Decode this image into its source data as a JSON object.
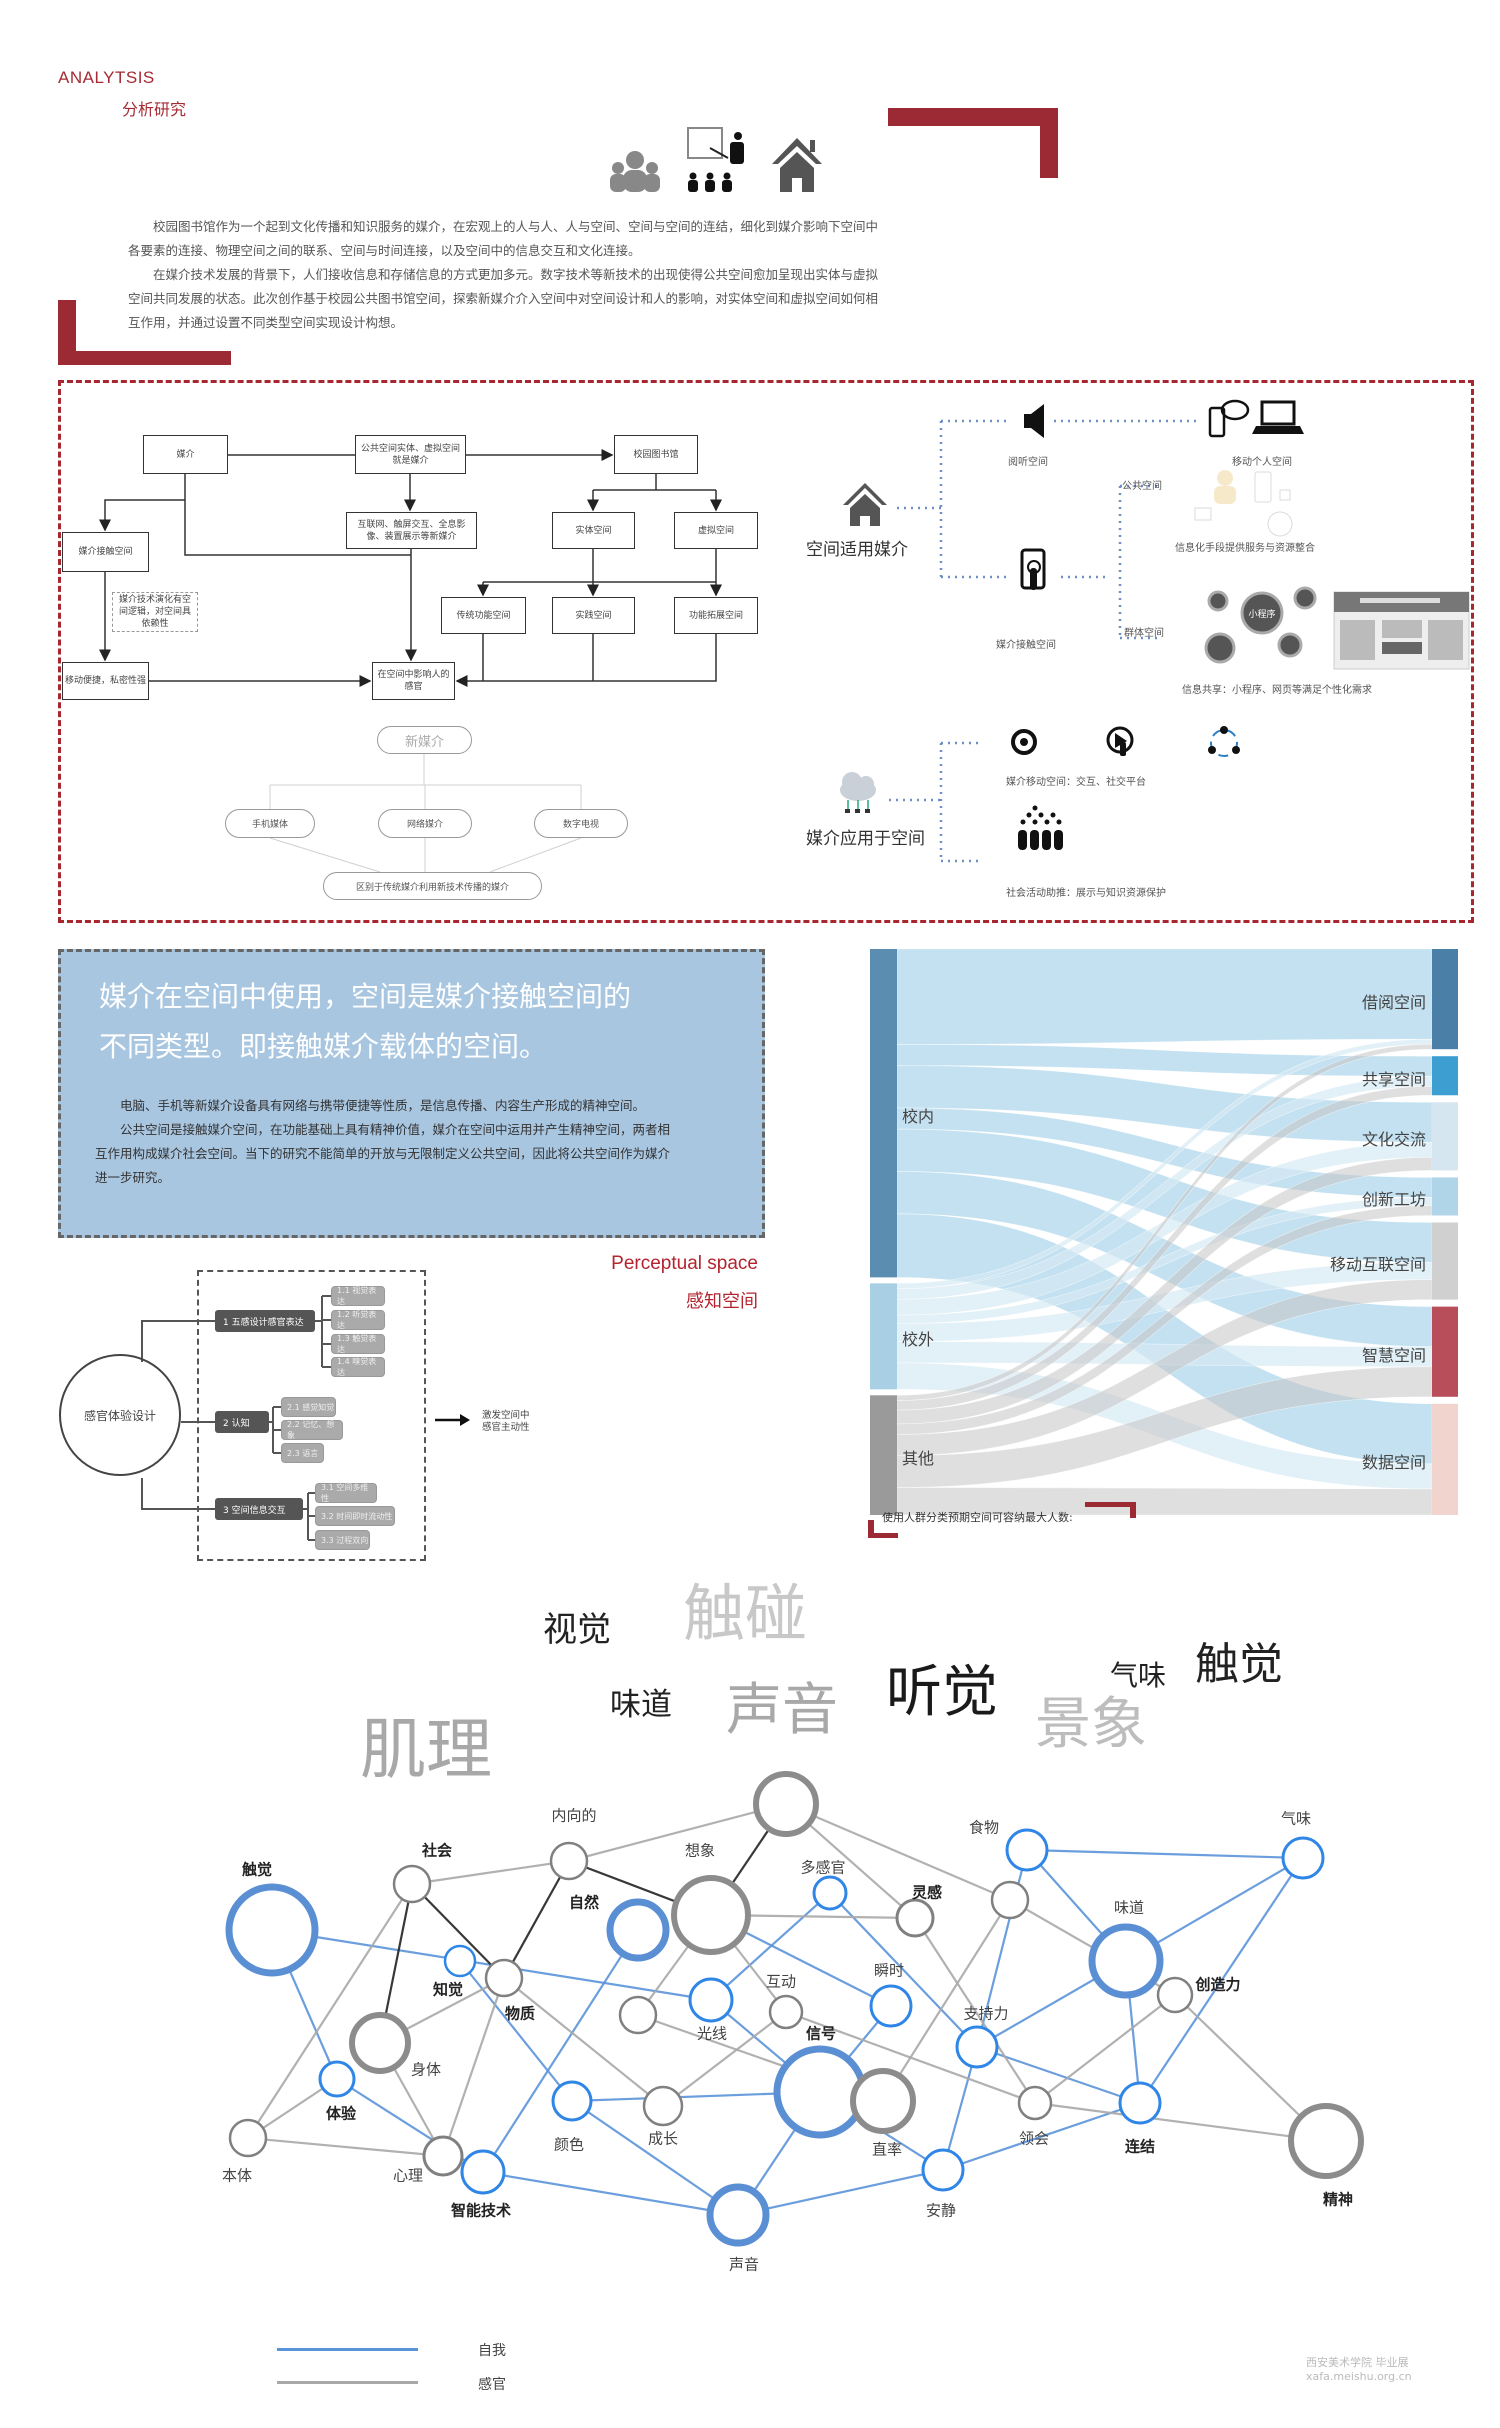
{
  "header": {
    "title_en": "ANALYTSIS",
    "title_cn": "分析研究"
  },
  "icons": [
    "people-group-icon",
    "teacher-board-icon",
    "house-icon"
  ],
  "intro": {
    "paragraphs": [
      "校园图书馆作为一个起到文化传播和知识服务的媒介，在宏观上的人与人、人与空间、空间与空间的连结，细化到媒介影响下空间中各要素的连接、物理空间之间的联系、空间与时间连接，以及空间中的信息交互和文化连接。",
      "在媒介技术发展的背景下，人们接收信息和存储信息的方式更加多元。数字技术等新技术的出现使得公共空间愈加呈现出实体与虚拟空间共同发展的状态。此次创作基于校园公共图书馆空间，探索新媒介介入空间中对空间设计和人的影响，对实体空间和虚拟空间如何相互作用，并通过设置不同类型空间实现设计构想。"
    ]
  },
  "flowchart": {
    "media": "媒介",
    "public_space": "公共空间实体、虚拟空间就是媒介",
    "library": "校园图书馆",
    "contact_space": "媒介接触空间",
    "new_media_types": "互联网、触屏交互、全息影像、装置展示等新媒介",
    "physical": "实体空间",
    "virtual": "虚拟空间",
    "note": "媒介技术演化有空间逻辑，对空间具依赖性",
    "traditional": "传统功能空间",
    "practice": "实践空间",
    "extended": "功能拓展空间",
    "mobile": "移动便捷，私密性强",
    "influence": "在空间中影响人的感官",
    "new_media": "新媒介",
    "phone_media": "手机媒体",
    "network_media": "网络媒介",
    "digital_tv": "数字电视",
    "definition": "区别于传统媒介利用新技术传播的媒介"
  },
  "media_map": {
    "space_media": "空间适用媒介",
    "listening": "阅听空间",
    "mobile_personal": "移动个人空间",
    "public": "公共空间",
    "info_service": "信息化手段提供服务与资源整合",
    "contact": "媒介接触空间",
    "group": "群体空间",
    "mini_program": "小程序",
    "info_share": "信息共享：小程序、网页等满足个性化需求",
    "media_applied": "媒介应用于空间",
    "mobile_media": "媒介移动空间：交互、社交平台",
    "social": "社会活动助推：展示与知识资源保护"
  },
  "blue_box": {
    "headline": [
      "媒介在空间中使用，空间是媒介接触空间的",
      "不同类型。即接触媒介载体的空间。"
    ],
    "paragraphs": [
      "电脑、手机等新媒介设备具有网络与携带便捷等性质，是信息传播、内容生产形成的精神空间。",
      "公共空间是接触媒介空间，在功能基础上具有精神价值，媒介在空间中运用并产生精神空间，两者相互作用构成媒介社会空间。当下的研究不能简单的开放与无限制定义公共空间，因此将公共空间作为媒介进一步研究。"
    ]
  },
  "perceptual": {
    "en": "Perceptual space",
    "cn": "感知空间"
  },
  "mindmap": {
    "root": "感官体验设计",
    "branches": [
      {
        "label": "1  五感设计感官表达",
        "children": [
          "1.1  视觉表达",
          "1.2  听觉表达",
          "1.3  触觉表达",
          "1.4  嗅觉表达"
        ]
      },
      {
        "label": "2  认知",
        "children": [
          "2.1  感觉知觉",
          "2.2  记忆、想象",
          "2.3  语言"
        ]
      },
      {
        "label": "3  空间信息交互",
        "children": [
          "3.1  空间多维性",
          "3.2  时间即时流动性",
          "3.3  过程双向"
        ]
      }
    ],
    "result": [
      "激发空间中",
      "感官主动性"
    ]
  },
  "chart_data": {
    "type": "sankey",
    "title": "使用人群分类预期空间可容纳最大人数:",
    "sources": [
      "校内",
      "校外",
      "其他"
    ],
    "targets": [
      "借阅空间",
      "共享空间",
      "文化交流",
      "创新工坊",
      "移动互联空间",
      "智慧空间",
      "数据空间"
    ],
    "source_colors": [
      "#5a8db0",
      "#a9cfe4",
      "#9a9a9a"
    ],
    "target_colors": [
      "#4a80a8",
      "#3d9fd1",
      "#d6e6f0",
      "#b0d4e8",
      "#d0d0d0",
      "#b84e5a",
      "#f2d4cf"
    ],
    "link_colors": [
      "#a9d4ea",
      "#d6eaf3",
      "#c4c4c4"
    ],
    "links": [
      [
        0,
        0,
        90
      ],
      [
        0,
        1,
        20
      ],
      [
        0,
        2,
        40
      ],
      [
        0,
        3,
        20
      ],
      [
        0,
        4,
        40
      ],
      [
        0,
        5,
        40
      ],
      [
        0,
        6,
        60
      ],
      [
        1,
        0,
        5
      ],
      [
        1,
        1,
        10
      ],
      [
        1,
        2,
        15
      ],
      [
        1,
        3,
        8
      ],
      [
        1,
        4,
        17
      ],
      [
        1,
        5,
        20
      ],
      [
        1,
        6,
        25
      ],
      [
        2,
        0,
        5
      ],
      [
        2,
        1,
        9
      ],
      [
        2,
        2,
        13
      ],
      [
        2,
        3,
        10
      ],
      [
        2,
        4,
        20
      ],
      [
        2,
        5,
        30
      ],
      [
        2,
        6,
        26
      ]
    ]
  },
  "word_cloud": [
    "视觉",
    "触碰",
    "味道",
    "声音",
    "听觉",
    "景象",
    "气味",
    "触觉",
    "肌理"
  ],
  "network": {
    "nodes": [
      "触觉",
      "社会",
      "内向的",
      "",
      "想象",
      "自然",
      "多感官",
      "灵感",
      "食物",
      "气味",
      "",
      "味道",
      "创造力",
      "精神",
      "知觉",
      "物质",
      "身体",
      "体验",
      "本体",
      "心理",
      "智能技术",
      "",
      "光线",
      "互动",
      "瞬时",
      "信号",
      "直率",
      "支持力",
      "颜色",
      "成长",
      "领会",
      "连结",
      "安静",
      "声音"
    ],
    "node_types": [
      "self",
      "sense",
      "sense",
      "sense",
      "sense",
      "self",
      "self",
      "sense",
      "self",
      "self",
      "sense",
      "self",
      "sense",
      "sense",
      "self",
      "sense",
      "sense",
      "self",
      "sense",
      "sense",
      "self",
      "sense",
      "self",
      "sense",
      "self",
      "self",
      "sense",
      "self",
      "self",
      "sense",
      "sense",
      "self",
      "self",
      "self"
    ],
    "edges": [
      [
        0,
        22,
        "self"
      ],
      [
        0,
        17,
        "self"
      ],
      [
        17,
        20,
        "self"
      ],
      [
        14,
        28,
        "self"
      ],
      [
        20,
        5,
        "self"
      ],
      [
        20,
        33,
        "self"
      ],
      [
        28,
        25,
        "self"
      ],
      [
        28,
        33,
        "self"
      ],
      [
        33,
        25,
        "self"
      ],
      [
        33,
        32,
        "self"
      ],
      [
        22,
        25,
        "self"
      ],
      [
        22,
        6,
        "self"
      ],
      [
        6,
        27,
        "self"
      ],
      [
        4,
        24,
        "self"
      ],
      [
        24,
        25,
        "self"
      ],
      [
        25,
        32,
        "self"
      ],
      [
        32,
        27,
        "self"
      ],
      [
        32,
        31,
        "self"
      ],
      [
        27,
        11,
        "self"
      ],
      [
        27,
        31,
        "self"
      ],
      [
        27,
        8,
        "self"
      ],
      [
        8,
        11,
        "self"
      ],
      [
        8,
        9,
        "self"
      ],
      [
        11,
        9,
        "self"
      ],
      [
        11,
        31,
        "self"
      ],
      [
        31,
        9,
        "self"
      ],
      [
        1,
        2,
        "sense"
      ],
      [
        1,
        18,
        "sense"
      ],
      [
        1,
        16,
        "sense"
      ],
      [
        1,
        15,
        "sense"
      ],
      [
        2,
        4,
        "sense"
      ],
      [
        2,
        3,
        "sense"
      ],
      [
        2,
        15,
        "sense"
      ],
      [
        3,
        4,
        "sense"
      ],
      [
        3,
        7,
        "sense"
      ],
      [
        3,
        10,
        "sense"
      ],
      [
        4,
        7,
        "sense"
      ],
      [
        4,
        21,
        "sense"
      ],
      [
        4,
        23,
        "sense"
      ],
      [
        16,
        15,
        "sense"
      ],
      [
        17,
        18,
        "sense"
      ],
      [
        18,
        19,
        "sense"
      ],
      [
        16,
        19,
        "sense"
      ],
      [
        15,
        19,
        "sense"
      ],
      [
        15,
        29,
        "sense"
      ],
      [
        21,
        26,
        "sense"
      ],
      [
        23,
        29,
        "sense"
      ],
      [
        23,
        30,
        "sense"
      ],
      [
        7,
        30,
        "sense"
      ],
      [
        10,
        26,
        "sense"
      ],
      [
        10,
        12,
        "sense"
      ],
      [
        12,
        30,
        "sense"
      ],
      [
        12,
        13,
        "sense"
      ],
      [
        30,
        13,
        "sense"
      ]
    ]
  },
  "legend": [
    {
      "label": "自我",
      "color": "#5b93d9"
    },
    {
      "label": "感官",
      "color": "#a8a8a8"
    }
  ],
  "watermark": {
    "line1": "西安美术学院 毕业展",
    "line2": "xafa.meishu.org.cn"
  }
}
